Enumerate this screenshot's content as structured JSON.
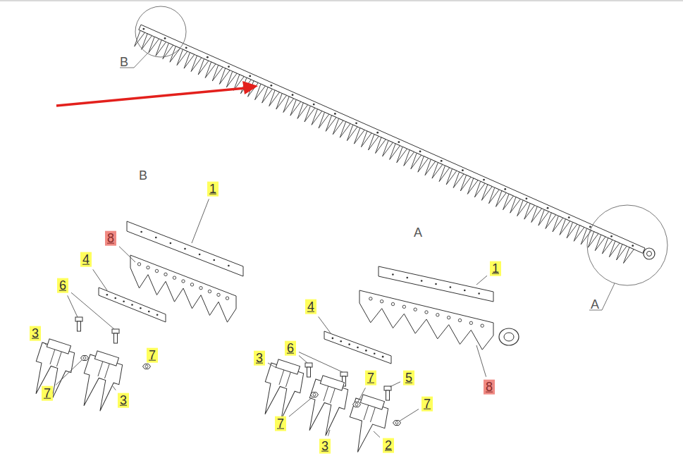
{
  "diagram": {
    "labels": [
      "B",
      "A",
      "B",
      "1",
      "8",
      "4",
      "6",
      "3",
      "7",
      "7",
      "3",
      "A",
      "1",
      "4",
      "6",
      "3",
      "7",
      "5",
      "7",
      "8",
      "7",
      "3",
      "2"
    ]
  }
}
